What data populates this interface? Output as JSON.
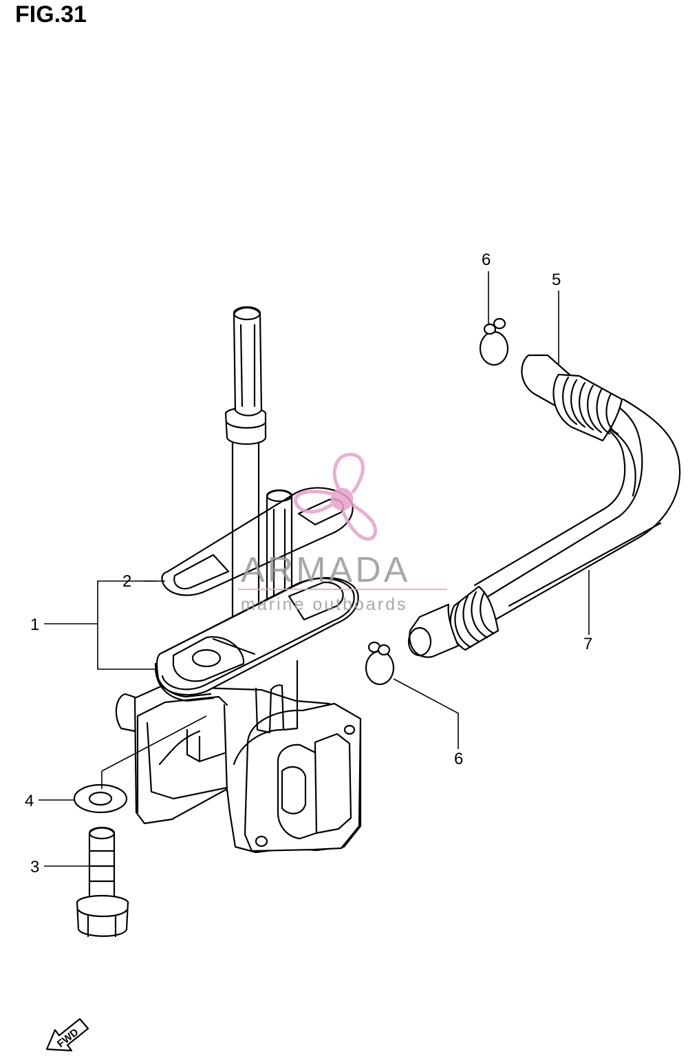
{
  "figure": {
    "title": "FIG.31"
  },
  "callouts": [
    {
      "id": "1",
      "label": "1"
    },
    {
      "id": "2",
      "label": "2"
    },
    {
      "id": "3",
      "label": "3"
    },
    {
      "id": "4",
      "label": "4"
    },
    {
      "id": "5",
      "label": "5"
    },
    {
      "id": "6a",
      "label": "6"
    },
    {
      "id": "6b",
      "label": "6"
    },
    {
      "id": "7",
      "label": "7"
    }
  ],
  "watermark": {
    "brand": "ARMADA",
    "tagline": "marine outboards",
    "accent_color": "#e8a0c8",
    "text_color": "#9a9a9a"
  },
  "direction_indicator": {
    "label": "FWD",
    "icon": "arrow-icon"
  }
}
